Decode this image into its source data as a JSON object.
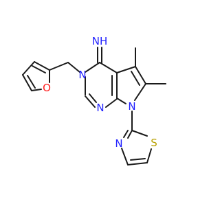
{
  "molecule": {
    "atoms": [
      {
        "id": "imine-n",
        "label": "NH",
        "color": "#2020ff"
      },
      {
        "id": "ring-n3",
        "label": "N",
        "color": "#2020ff"
      },
      {
        "id": "ring-n1",
        "label": "N",
        "color": "#2020ff"
      },
      {
        "id": "ring-n7",
        "label": "N",
        "color": "#2020ff"
      },
      {
        "id": "furan-o",
        "label": "O",
        "color": "#ff2020"
      },
      {
        "id": "thiazole-n",
        "label": "N",
        "color": "#2020ff"
      },
      {
        "id": "thiazole-s",
        "label": "S",
        "color": "#b8a000"
      }
    ],
    "bond_color": "#1a1a1a"
  }
}
